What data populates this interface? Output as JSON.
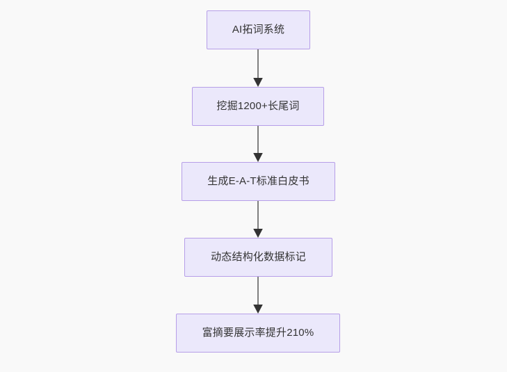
{
  "diagram": {
    "type": "flowchart",
    "direction": "top-down",
    "background_color": "#f9f9f9",
    "node_fill_color": "#ebe8fb",
    "node_border_color": "#b69ee8",
    "node_text_color": "#333333",
    "edge_color": "#7f7f7f",
    "arrowhead_color": "#333333",
    "nodes": [
      {
        "id": "n1",
        "label": "AI拓词系统"
      },
      {
        "id": "n2",
        "label": "挖掘1200+长尾词"
      },
      {
        "id": "n3",
        "label": "生成E-A-T标准白皮书"
      },
      {
        "id": "n4",
        "label": "动态结构化数据标记"
      },
      {
        "id": "n5",
        "label": "富摘要展示率提升210%"
      }
    ],
    "edges": [
      {
        "id": "e1",
        "from": "n1",
        "to": "n2",
        "label": ""
      },
      {
        "id": "e2",
        "from": "n2",
        "to": "n3",
        "label": ""
      },
      {
        "id": "e3",
        "from": "n3",
        "to": "n4",
        "label": ""
      },
      {
        "id": "e4",
        "from": "n4",
        "to": "n5",
        "label": ""
      }
    ]
  }
}
